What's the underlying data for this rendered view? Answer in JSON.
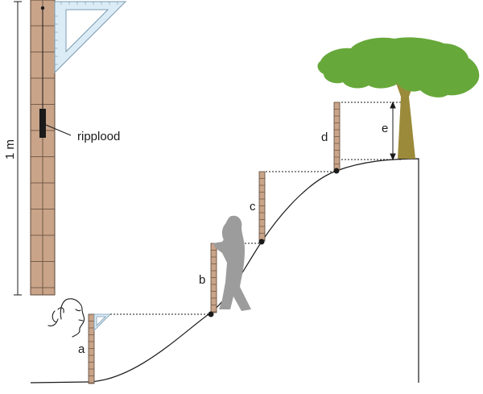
{
  "labels": {
    "height": "1 m",
    "plumb": "ripplood",
    "a": "a",
    "b": "b",
    "c": "c",
    "d": "d",
    "e": "e"
  },
  "colors": {
    "rod_fill": "#c9a489",
    "rod_line": "#5a4636",
    "triangle_fill": "#dcecf6",
    "triangle_line": "#7a9bb1",
    "figure": "#9c9c9c",
    "foliage": "#67a83a",
    "trunk": "#9b8a3a",
    "ink": "#1a1a1a"
  },
  "icons": {
    "person": "hiker-silhouette",
    "head": "observer-face",
    "tree": "tree-icon"
  }
}
